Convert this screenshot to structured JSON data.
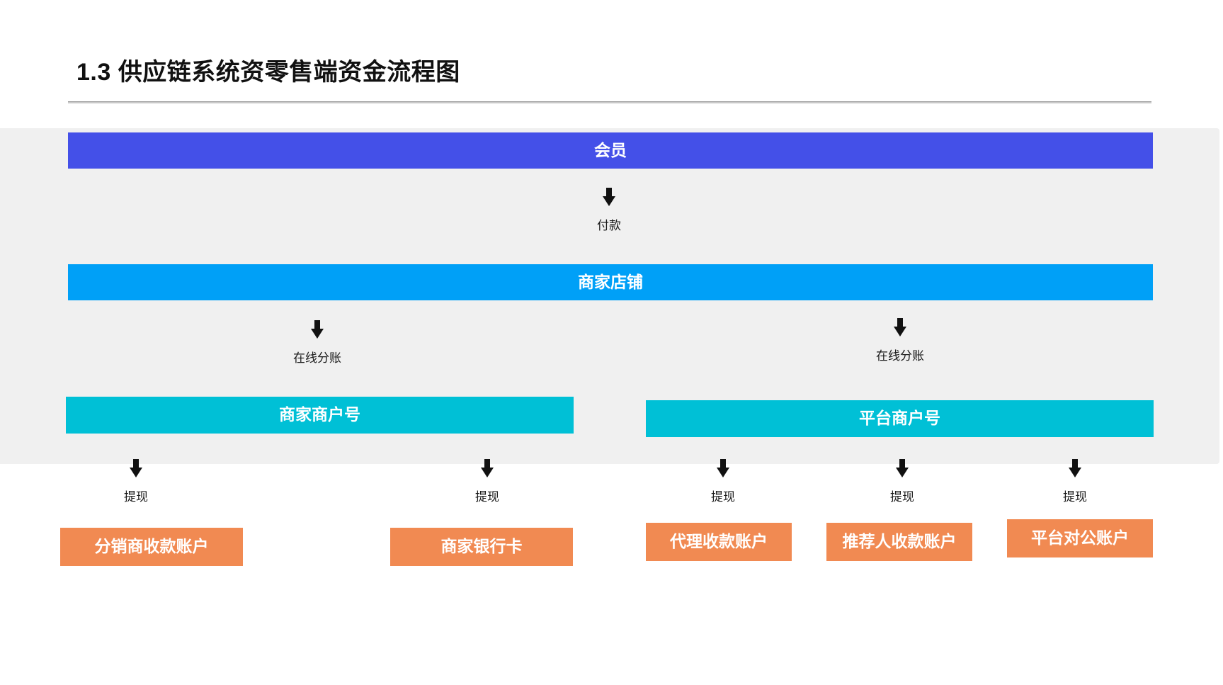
{
  "title": {
    "text": "1.3 供应链系统资零售端资金流程图"
  },
  "palette": {
    "member": "#4450E8",
    "shop": "#00A0F7",
    "merchant": "#00C0D6",
    "account": "#F18A52",
    "stage_background": "#F0F0F0",
    "page_background": "#FFFFFF",
    "arrow": "#111111",
    "label_text": "#1A1A1A",
    "node_text": "#FFFFFF"
  },
  "diagram": {
    "nodes": {
      "member": "会员",
      "shop": "商家店铺",
      "merchant_account_a": "商家商户号",
      "merchant_account_b": "平台商户号",
      "accounts": [
        "分销商收款账户",
        "商家银行卡",
        "代理收款账户",
        "推荐人收款账户",
        "平台对公账户"
      ]
    },
    "connectors": {
      "pay": "付款",
      "split_a": "在线分账",
      "split_b": "在线分账",
      "withdraw": [
        "提现",
        "提现",
        "提现",
        "提现",
        "提现"
      ]
    },
    "arrow_icon": "arrow-down-icon"
  }
}
